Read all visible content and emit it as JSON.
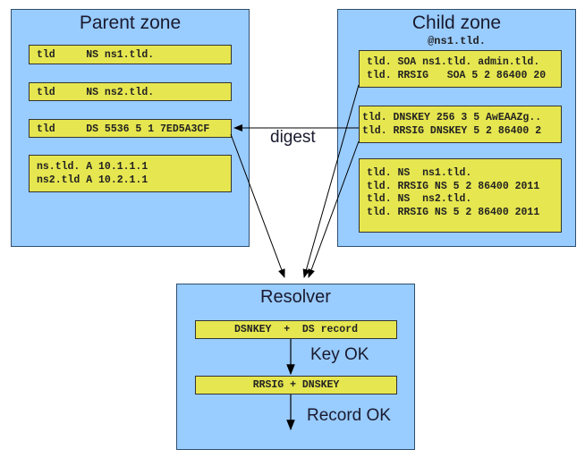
{
  "parent_zone": {
    "title": "Parent zone",
    "records": [
      [
        "tld     NS ns1.tld."
      ],
      [
        "tld     NS ns2.tld."
      ],
      [
        "tld     DS 5536 5 1 7ED5A3CF"
      ],
      [
        "ns.tld. A 10.1.1.1",
        "ns2.tld A 10.2.1.1"
      ]
    ]
  },
  "child_zone": {
    "title": "Child zone",
    "subtitle": "@ns1.tld.",
    "records": [
      [
        "tld. SOA ns1.tld. admin.tld.",
        "tld. RRSIG   SOA 5 2 86400 20"
      ],
      [
        "tld. DNSKEY 256 3 5 AwEAAZg..",
        "tld. RRSIG DNSKEY 5 2 86400 2"
      ],
      [
        "tld. NS  ns1.tld.",
        "tld. RRSIG NS 5 2 86400 2011",
        "tld. NS  ns2.tld.",
        "tld. RRSIG NS 5 2 86400 2011"
      ]
    ]
  },
  "arrow_labels": {
    "digest": "digest"
  },
  "resolver": {
    "title": "Resolver",
    "steps": [
      "DSNKEY  +  DS record",
      "RRSIG + DNSKEY"
    ],
    "results": [
      "Key OK",
      "Record OK"
    ]
  },
  "colors": {
    "zone_fill": "#99ccff",
    "record_fill": "#e6e650"
  }
}
